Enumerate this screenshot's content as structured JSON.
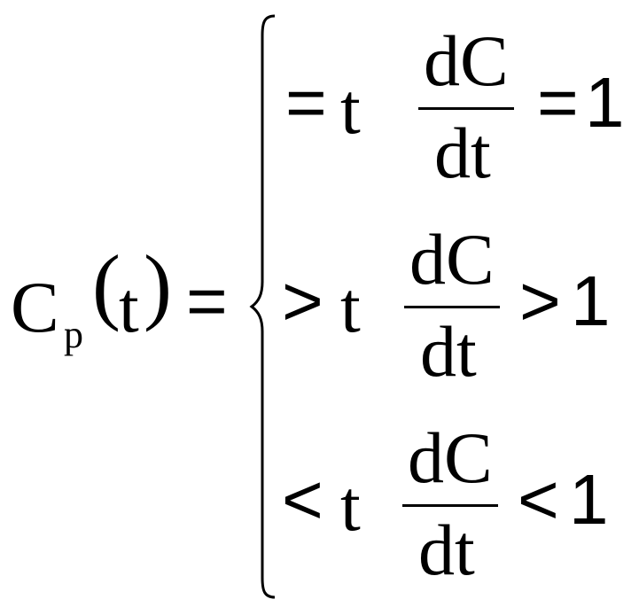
{
  "lhs": {
    "function_symbol": "C",
    "subscript": "p",
    "open_paren": "(",
    "argument": "t",
    "close_paren": ")",
    "equals": "="
  },
  "cases": [
    {
      "relation": "=",
      "value": "t",
      "fraction_numerator": "dC",
      "fraction_denominator": "dt",
      "condition_relation": "=",
      "condition_value": "1"
    },
    {
      "relation": ">",
      "value": "t",
      "fraction_numerator": "dC",
      "fraction_denominator": "dt",
      "condition_relation": ">",
      "condition_value": "1"
    },
    {
      "relation": "<",
      "value": "t",
      "fraction_numerator": "dC",
      "fraction_denominator": "dt",
      "condition_relation": "<",
      "condition_value": "1"
    }
  ]
}
